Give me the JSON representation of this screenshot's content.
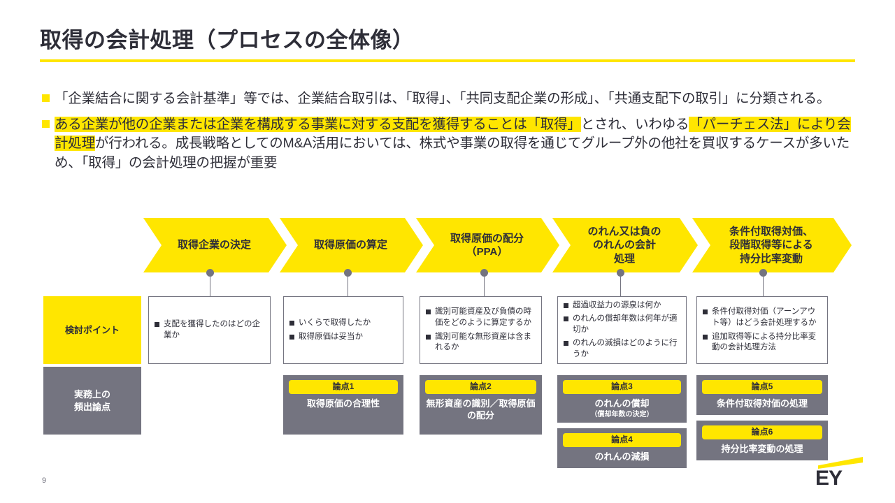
{
  "slide": {
    "title": "取得の会計処理（プロセスの全体像）",
    "page_number": "9",
    "accent_color": "#ffe600",
    "dark_color": "#2e2e38",
    "gray_color": "#747480",
    "logo_text": "EY"
  },
  "bullets": [
    {
      "segments": [
        {
          "text": "「企業結合に関する会計基準」等では、企業結合取引は、「取得」、「共同支配企業の形成」、「共通支配下の取引」に分類される。",
          "highlight": false
        }
      ]
    },
    {
      "segments": [
        {
          "text": "ある企業が他の企業または企業を構成する事業に対する支配を獲得することは「取得」",
          "highlight": true
        },
        {
          "text": "とされ、いわゆる",
          "highlight": false
        },
        {
          "text": "「パーチェス法」により会計処理",
          "highlight": true
        },
        {
          "text": "が行われる。成長戦略としてのM&A活用においては、株式や事業の取得を通じてグループ外の他社を買収するケースが多いため、「取得」の会計処理の把握が重要",
          "highlight": false
        }
      ]
    }
  ],
  "row_labels": {
    "checkpoints": "検討ポイント",
    "issues": "実務上の\n頻出論点",
    "issues_line1": "実務上の",
    "issues_line2": "頻出論点"
  },
  "steps": [
    {
      "chevron": "取得企業の決定",
      "chevron_lines": [
        "取得企業の決定"
      ],
      "checkpoints": [
        "支配を獲得したのはどの企業か"
      ],
      "issues": []
    },
    {
      "chevron": "取得原価の算定",
      "chevron_lines": [
        "取得原価の算定"
      ],
      "checkpoints": [
        "いくらで取得したか",
        "取得原価は妥当か"
      ],
      "issues": [
        {
          "tag": "論点1",
          "title": "取得原価の合理性",
          "subtitle": ""
        }
      ]
    },
    {
      "chevron": "取得原価の配分（PPA）",
      "chevron_lines": [
        "取得原価の配分",
        "（PPA）"
      ],
      "checkpoints": [
        "識別可能資産及び負債の時価をどのように算定するか",
        "識別可能な無形資産は含まれるか"
      ],
      "issues": [
        {
          "tag": "論点2",
          "title": "無形資産の識別／取得原価の配分",
          "subtitle": ""
        }
      ]
    },
    {
      "chevron": "のれん又は負ののれんの会計処理",
      "chevron_lines": [
        "のれん又は負の",
        "のれんの会計",
        "処理"
      ],
      "checkpoints": [
        "超過収益力の源泉は何か",
        "のれんの償却年数は何年が適切か",
        "のれんの減損はどのように行うか"
      ],
      "issues": [
        {
          "tag": "論点3",
          "title": "のれんの償却",
          "subtitle": "（償却年数の決定）"
        },
        {
          "tag": "論点4",
          "title": "のれんの減損",
          "subtitle": ""
        }
      ]
    },
    {
      "chevron": "条件付取得対価、段階取得等による持分比率変動",
      "chevron_lines": [
        "条件付取得対価、",
        "段階取得等による",
        "持分比率変動"
      ],
      "checkpoints": [
        "条件付取得対価（アーンアウト等）はどう会計処理するか",
        "追加取得等による持分比率変動の会計処理方法"
      ],
      "issues": [
        {
          "tag": "論点5",
          "title": "条件付取得対価の処理",
          "subtitle": ""
        },
        {
          "tag": "論点6",
          "title": "持分比率変動の処理",
          "subtitle": ""
        }
      ]
    }
  ]
}
